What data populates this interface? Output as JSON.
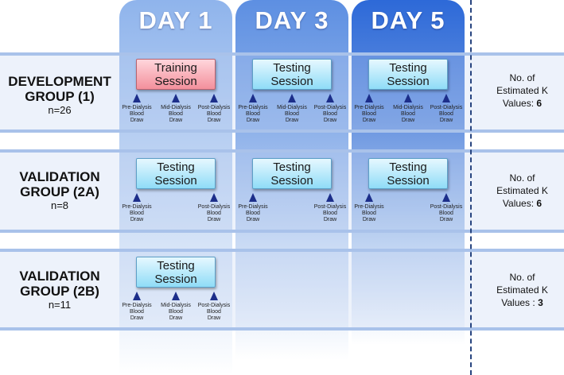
{
  "days": [
    "DAY 1",
    "DAY 3",
    "DAY 5"
  ],
  "draw_labels": {
    "pre": [
      "Pre-Dialysis",
      "Blood",
      "Draw"
    ],
    "mid": [
      "Mid-Dialysis",
      "Blood",
      "Draw"
    ],
    "post": [
      "Post-Dialysis",
      "Blood",
      "Draw"
    ]
  },
  "rows": [
    {
      "group": [
        "DEVELOPMENT",
        "GROUP (1)"
      ],
      "n": "n=26",
      "sessions": [
        {
          "day": 0,
          "type": "training",
          "label": [
            "Training",
            "Session"
          ],
          "draws": [
            "pre",
            "mid",
            "post"
          ]
        },
        {
          "day": 1,
          "type": "testing",
          "label": [
            "Testing",
            "Session"
          ],
          "draws": [
            "pre",
            "mid",
            "post"
          ]
        },
        {
          "day": 2,
          "type": "testing",
          "label": [
            "Testing",
            "Session"
          ],
          "draws": [
            "pre",
            "mid",
            "post"
          ]
        }
      ],
      "estimated": {
        "lines": [
          "No. of",
          "Estimated K",
          "Values: "
        ],
        "value": "6"
      }
    },
    {
      "group": [
        "VALIDATION",
        "GROUP (2A)"
      ],
      "n": "n=8",
      "sessions": [
        {
          "day": 0,
          "type": "testing",
          "label": [
            "Testing",
            "Session"
          ],
          "draws": [
            "pre",
            "post"
          ]
        },
        {
          "day": 1,
          "type": "testing",
          "label": [
            "Testing",
            "Session"
          ],
          "draws": [
            "pre",
            "post"
          ]
        },
        {
          "day": 2,
          "type": "testing",
          "label": [
            "Testing",
            "Session"
          ],
          "draws": [
            "pre",
            "post"
          ]
        }
      ],
      "estimated": {
        "lines": [
          "No. of",
          "Estimated K",
          "Values: "
        ],
        "value": "6"
      }
    },
    {
      "group": [
        "VALIDATION",
        "GROUP (2B)"
      ],
      "n": "n=11",
      "sessions": [
        {
          "day": 0,
          "type": "testing",
          "label": [
            "Testing",
            "Session"
          ],
          "draws": [
            "pre",
            "mid",
            "post"
          ]
        }
      ],
      "estimated": {
        "lines": [
          "No. of",
          "Estimated K",
          "Values : "
        ],
        "value": "3"
      }
    }
  ]
}
